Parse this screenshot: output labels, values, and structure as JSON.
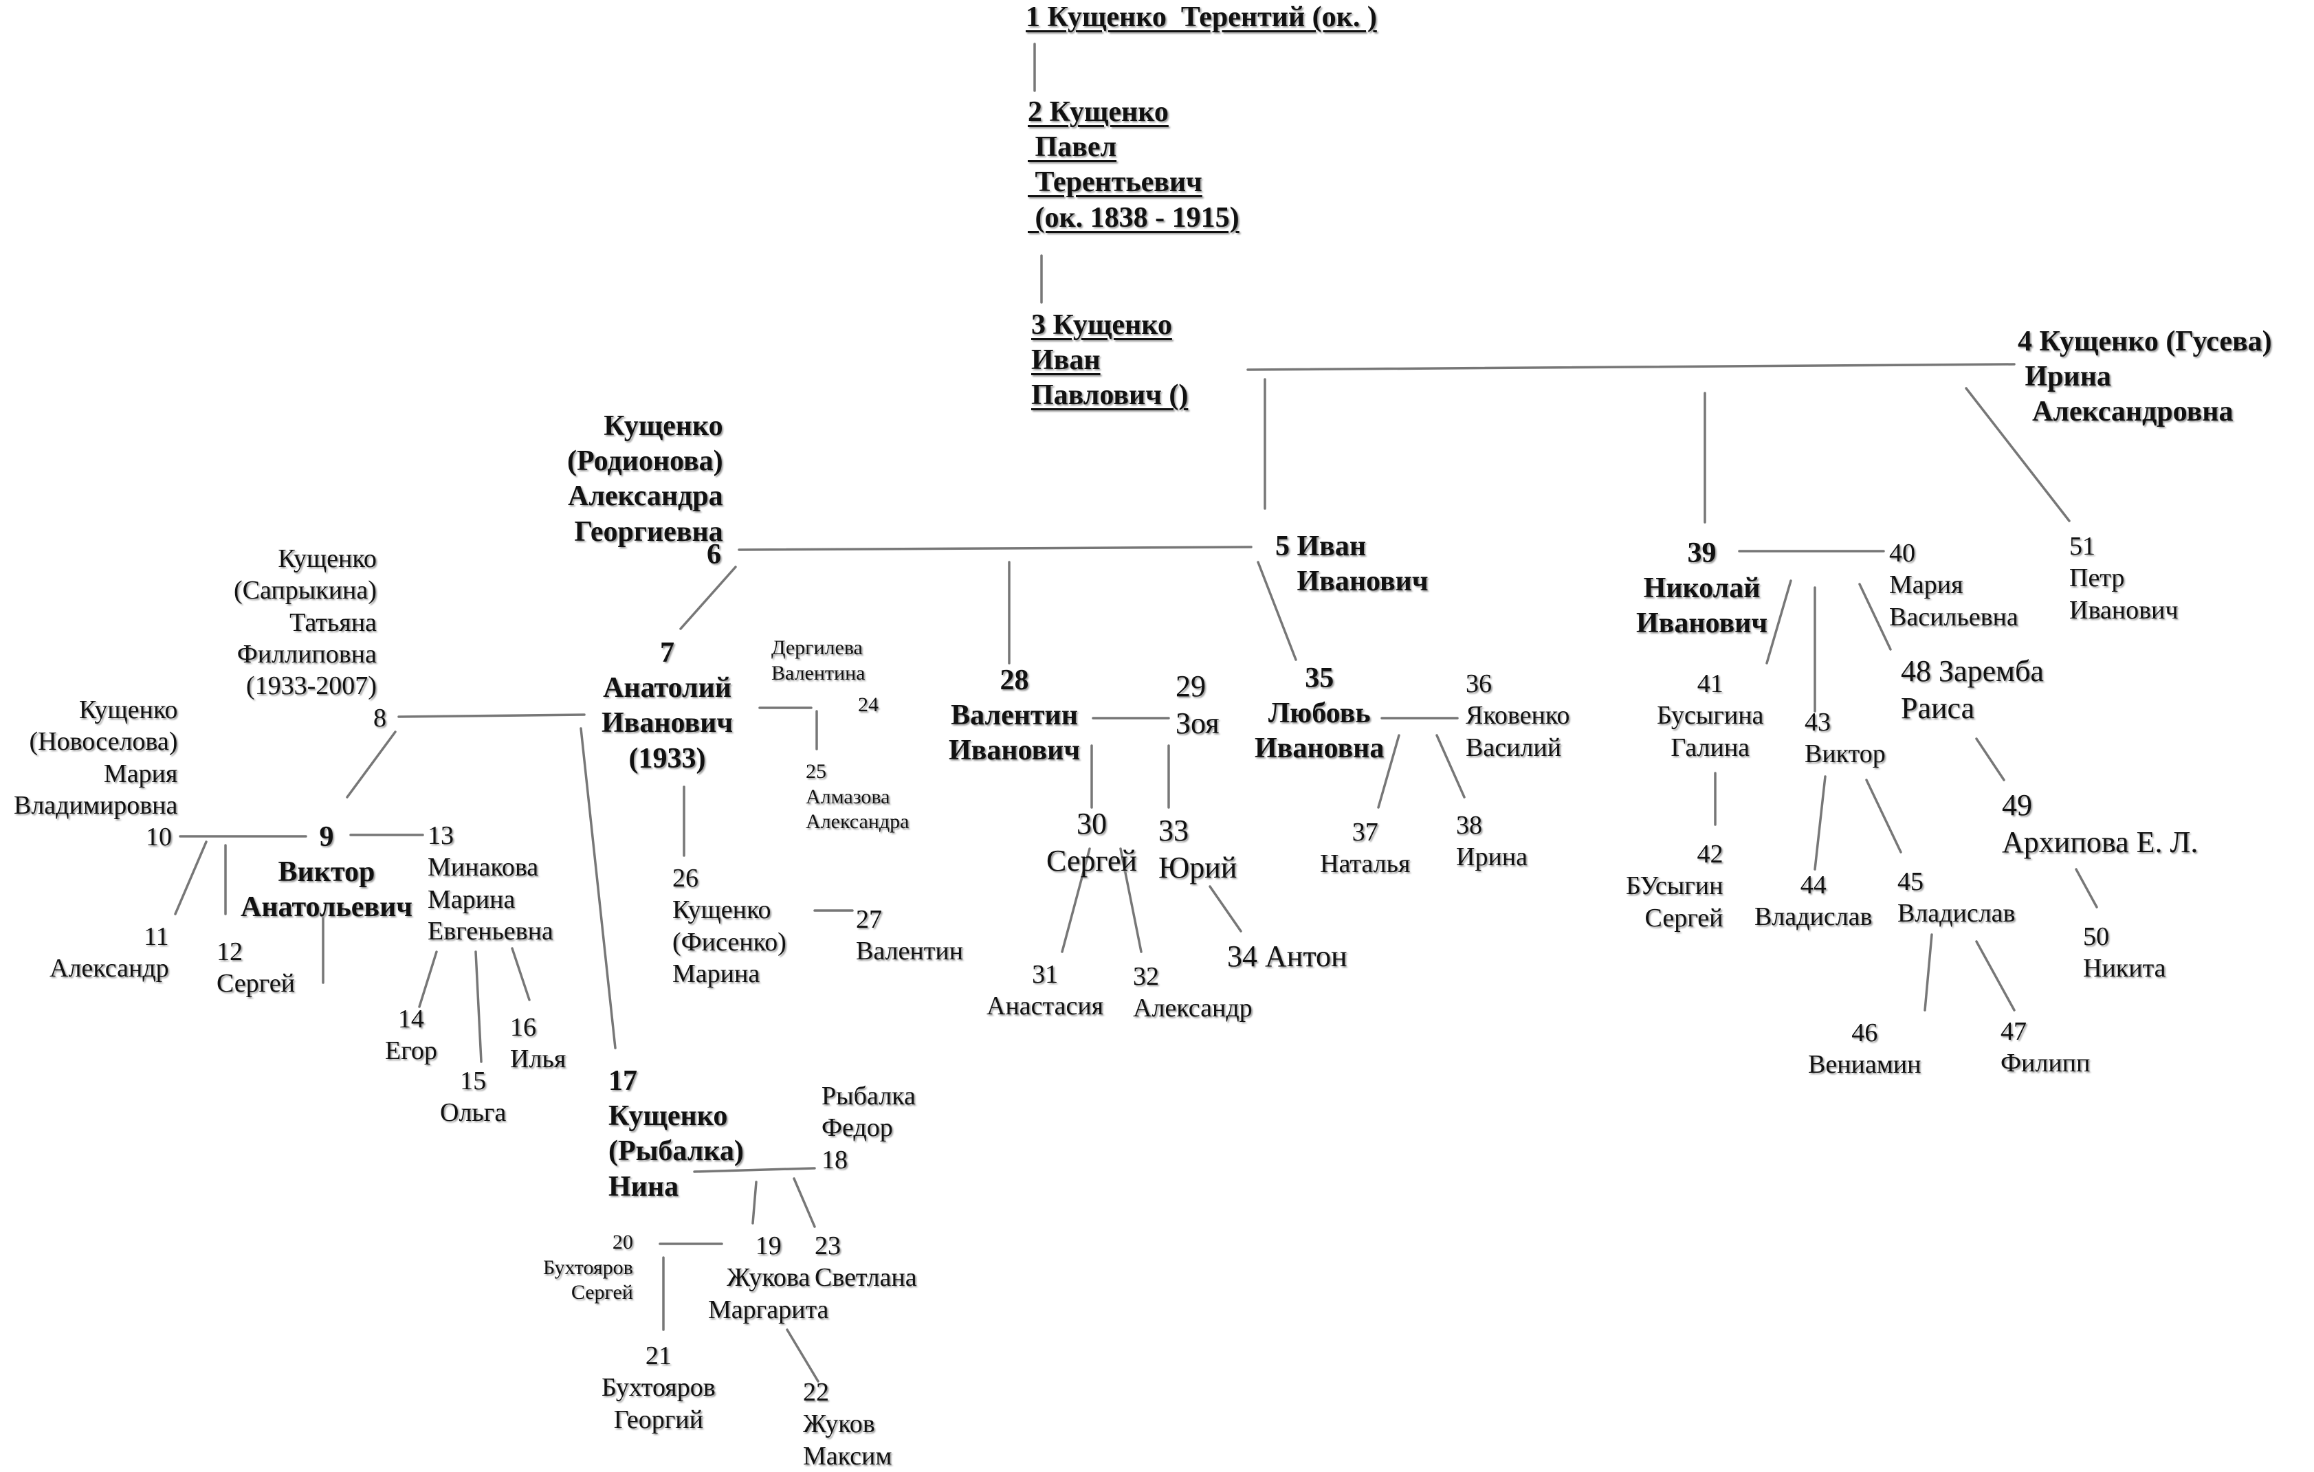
{
  "tree": {
    "nodes": [
      {
        "id": "n1",
        "text": "1 Кущенко  Терентий (ок. )"
      },
      {
        "id": "n2",
        "text": "2 Кущенко\n Павел\n Терентьевич\n (ок. 1838 - 1915)"
      },
      {
        "id": "n3",
        "text": "3 Кущенко\nИван\nПавлович ()"
      },
      {
        "id": "n4",
        "text": "4 Кущенко (Гусева)\n Ирина\n  Александровна"
      },
      {
        "id": "n6",
        "text": "Кущенко\n(Родионова)\nАлександра\nГеоргиевна"
      },
      {
        "id": "n6num",
        "text": "6"
      },
      {
        "id": "n5",
        "text": "5 Иван\n   Иванович"
      },
      {
        "id": "n39",
        "text": "39\nНиколай\nИванович"
      },
      {
        "id": "n40",
        "text": "40\nМария\nВасильевна"
      },
      {
        "id": "n51",
        "text": "51\nПетр\nИванович"
      },
      {
        "id": "n8",
        "text": "Кущенко\n(Сапрыкина)\nТатьяна\nФиллиповна\n(1933-2007)"
      },
      {
        "id": "n8num",
        "text": "8"
      },
      {
        "id": "n7",
        "text": "7\nАнатолий\nИванович\n(1933)"
      },
      {
        "id": "n24",
        "text": "Дергилева\nВалентина"
      },
      {
        "id": "n24num",
        "text": "24"
      },
      {
        "id": "n25",
        "text": "25\nАлмазова\nАлександра"
      },
      {
        "id": "n28",
        "text": "28\nВалентин\nИванович"
      },
      {
        "id": "n29",
        "text": "29\nЗоя"
      },
      {
        "id": "n35",
        "text": "35\nЛюбовь\nИвановна"
      },
      {
        "id": "n36",
        "text": "36\nЯковенко\nВасилий"
      },
      {
        "id": "n41",
        "text": "41\nБусыгина\nГалина"
      },
      {
        "id": "n43",
        "text": "43\nВиктор"
      },
      {
        "id": "n48",
        "text": "48 Заремба\nРаиса"
      },
      {
        "id": "n10",
        "text": "Кущенко\n(Новоселова)\nМария\nВладимировна"
      },
      {
        "id": "n10num",
        "text": "10"
      },
      {
        "id": "n9",
        "text": "9\nВиктор\nАнатольевич"
      },
      {
        "id": "n13",
        "text": "13\nМинакова\nМарина\nЕвгеньевна"
      },
      {
        "id": "n26",
        "text": "26\nКущенко\n(Фисенко)\nМарина"
      },
      {
        "id": "n27",
        "text": "27\nВалентин"
      },
      {
        "id": "n30",
        "text": "30\nСергей"
      },
      {
        "id": "n33",
        "text": "33\nЮрий"
      },
      {
        "id": "n34",
        "text": "34 Антон"
      },
      {
        "id": "n37",
        "text": "37\nНаталья"
      },
      {
        "id": "n38",
        "text": "38\nИрина"
      },
      {
        "id": "n42",
        "text": "42\nБУсыгин\nСергей"
      },
      {
        "id": "n44",
        "text": "44\nВладислав"
      },
      {
        "id": "n45",
        "text": "45\nВладислав"
      },
      {
        "id": "n49",
        "text": "49\nАрхипова Е. Л."
      },
      {
        "id": "n50",
        "text": "50\nНикита"
      },
      {
        "id": "n11",
        "text": "11\nАлександр"
      },
      {
        "id": "n12",
        "text": "12\nСергей"
      },
      {
        "id": "n14",
        "text": "14\nЕгор"
      },
      {
        "id": "n15",
        "text": "15\nОльга"
      },
      {
        "id": "n16",
        "text": "16\nИлья"
      },
      {
        "id": "n17",
        "text": "17\nКущенко\n(Рыбалка)\nНина"
      },
      {
        "id": "n18",
        "text": "Рыбалка\nФедор\n18"
      },
      {
        "id": "n31",
        "text": "31\nАнастасия"
      },
      {
        "id": "n32",
        "text": "32\nАлександр"
      },
      {
        "id": "n46",
        "text": "46\nВениамин"
      },
      {
        "id": "n47",
        "text": "47\nФилипп"
      },
      {
        "id": "n20",
        "text": "20\nБухтояров\nСергей"
      },
      {
        "id": "n19",
        "text": "19\nЖукова\nМаргарита"
      },
      {
        "id": "n23",
        "text": "23\nСветлана"
      },
      {
        "id": "n21",
        "text": "21\nБухтояров\nГеоргий"
      },
      {
        "id": "n22",
        "text": "22\nЖуков\nМаксим"
      }
    ]
  }
}
